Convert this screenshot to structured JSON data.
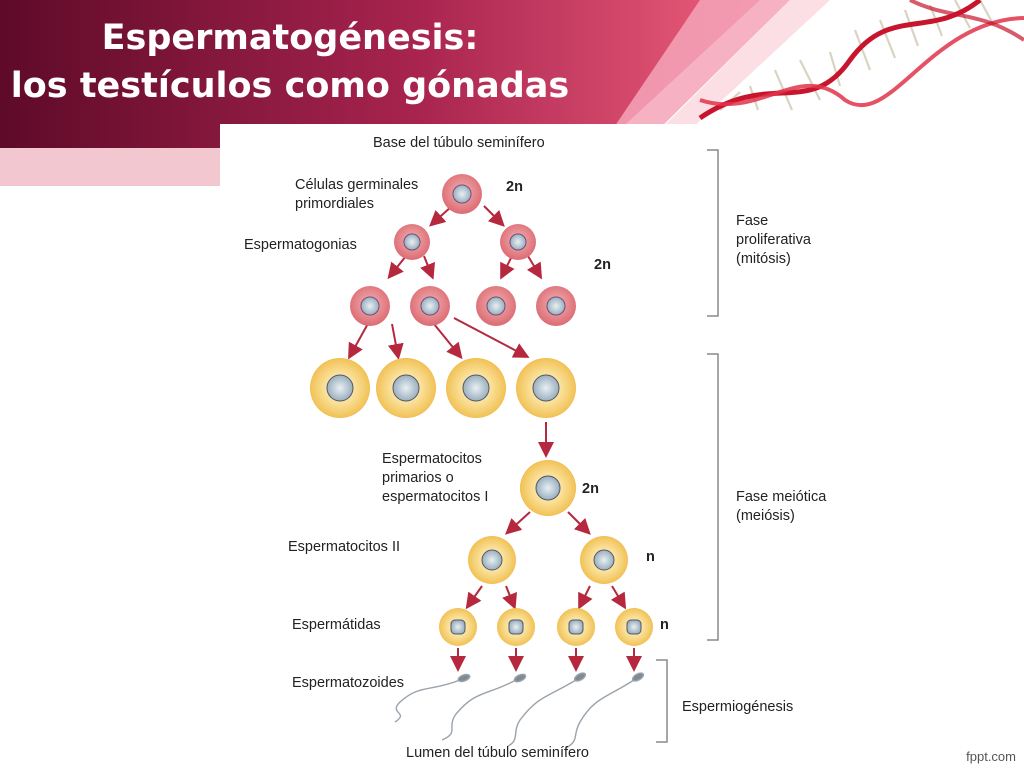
{
  "slide": {
    "title_line1": "Espermatogénesis:",
    "title_line2": "los testículos como gónadas",
    "footer": "fppt.com",
    "colors": {
      "banner_dark": "#6b0b2e",
      "banner_mid": "#b22a55",
      "banner_bright": "#f06a84",
      "banner_light": "#f6c9d3"
    }
  },
  "diagram": {
    "top_label": "Base del túbulo seminífero",
    "bottom_label": "Lumen del túbulo seminífero",
    "labels": {
      "primordial_line1": "Células germinales",
      "primordial_line2": "primordiales",
      "spermatogonia": "Espermatogonias",
      "primary_line1": "Espermatocitos",
      "primary_line2": "primarios o",
      "primary_line3": "espermatocitos I",
      "secondary": "Espermatocitos II",
      "spermatids": "Espermátidas",
      "spermatozoa": "Espermatozoides"
    },
    "ploidy": {
      "primordial": "2n",
      "spermatogonia": "2n",
      "primary": "2n",
      "secondary": "n",
      "spermatids": "n"
    },
    "phases": {
      "proliferative_line1": "Fase",
      "proliferative_line2": "proliferativa",
      "proliferative_line3": "(mitósis)",
      "meiotic_line1": "Fase meiótica",
      "meiotic_line2": "(meiósis)",
      "spermiogenesis": "Espermiogénesis"
    },
    "colors": {
      "arrow": "#b5283e",
      "cell_pink": "#e8868a",
      "cell_yellow": "#f2c45a",
      "cell_orange": "#e79a3a"
    }
  }
}
